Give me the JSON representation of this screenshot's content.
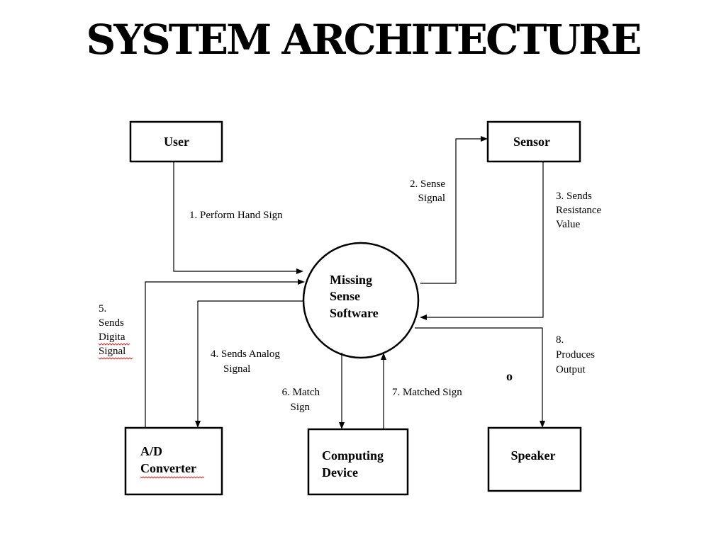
{
  "title": "SYSTEM ARCHITECTURE",
  "nodes": {
    "user": "User",
    "sensor": "Sensor",
    "software": [
      "Missing",
      "Sense",
      "Software"
    ],
    "ad_converter": [
      "A/D",
      "Converter"
    ],
    "computing_device": [
      "Computing",
      "Device"
    ],
    "speaker": "Speaker"
  },
  "flows": {
    "f1": [
      "1. Perform Hand Sign"
    ],
    "f2": [
      "2. Sense",
      "Signal"
    ],
    "f3": [
      "3. Sends",
      "Resistance",
      "Value"
    ],
    "f4": [
      "4. Sends Analog",
      "Signal"
    ],
    "f5": [
      "5.",
      "Sends",
      "Digita",
      "Signal"
    ],
    "f6": [
      "6. Match",
      "Sign"
    ],
    "f7": [
      "7. Matched Sign"
    ],
    "f8": [
      "8.",
      "Produces",
      "Output"
    ]
  },
  "stray_mark": "o"
}
